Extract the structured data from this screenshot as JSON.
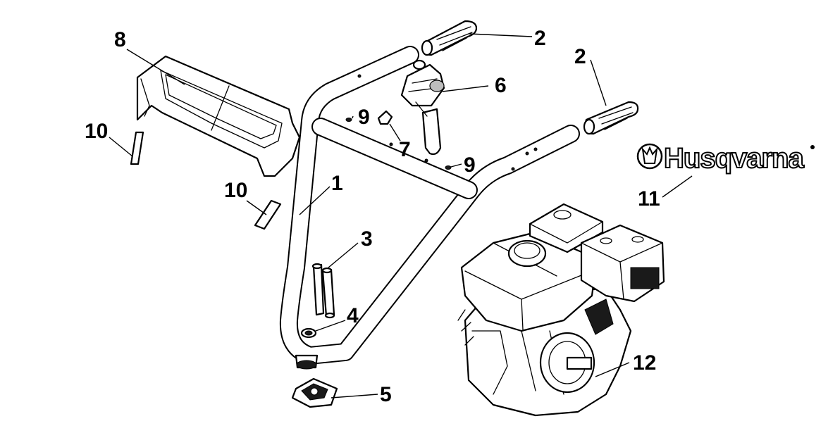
{
  "brand": {
    "name": "Husqvarna"
  },
  "callouts": [
    "1",
    "2",
    "2",
    "3",
    "4",
    "5",
    "6",
    "7",
    "8",
    "9",
    "9",
    "10",
    "10",
    "11",
    "12"
  ]
}
